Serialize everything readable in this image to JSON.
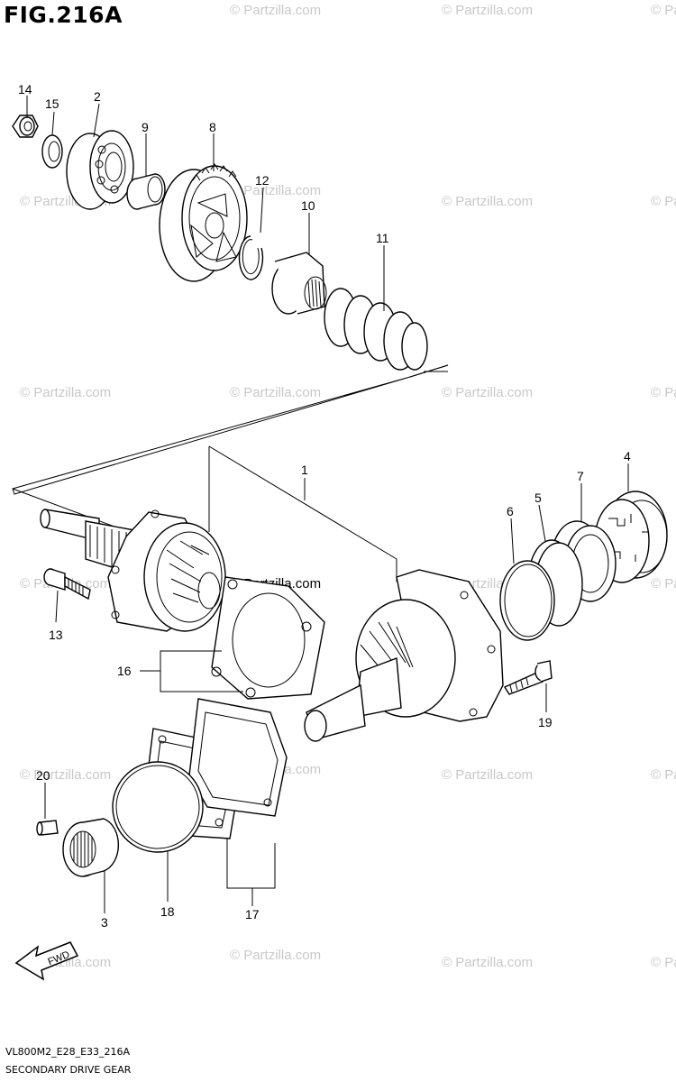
{
  "figure": {
    "title": "FIG.216A",
    "model_code": "VL800M2_E28_E33_216A",
    "caption": "SECONDARY DRIVE GEAR"
  },
  "watermark": {
    "text": "© Partzilla.com"
  },
  "direction_arrow": {
    "label": "FWD"
  },
  "callouts": [
    "1",
    "2",
    "3",
    "4",
    "5",
    "6",
    "7",
    "8",
    "9",
    "10",
    "11",
    "12",
    "13",
    "14",
    "15",
    "16",
    "17",
    "18",
    "19",
    "20"
  ]
}
